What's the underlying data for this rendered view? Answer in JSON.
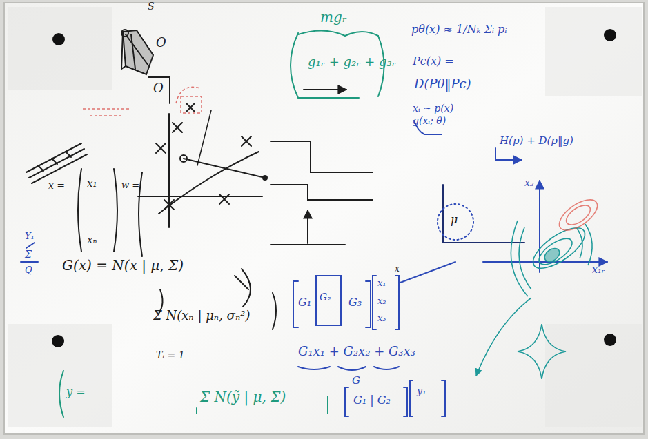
{
  "diagram": {
    "labels": [
      "S",
      "O",
      "O",
      "mgᵣ",
      "g₁ᵣ + g₂ᵣ + g₃ᵣ",
      "pθ(x) ≈ 1/Nₖ Σᵢ pᵢ",
      "Pc(x) =",
      "D(Pθ‖Pc)",
      "xᵢ ~ p(x)",
      "g(xᵢ; θ)",
      "H(p) + D(p‖g)",
      "x =",
      "x₁",
      "xₙ",
      "w =",
      "Y₁",
      "Σ",
      "Q",
      "G(x) = N(x | μ, Σ)",
      "Σ N(xₙ | μₙ, σₙ²)",
      "Tᵢ = 1",
      "y =",
      "G₁",
      "G₂",
      "G₃",
      "x₁",
      "x₂",
      "x₃",
      "x",
      "G₁x₁ + G₂x₂ + G₃x₃",
      "G",
      "G₁ | G₂",
      "y₁",
      "Σ N(ỹ | μ, Σ)",
      "x₁ᵣ",
      "x₂",
      "μ"
    ]
  }
}
